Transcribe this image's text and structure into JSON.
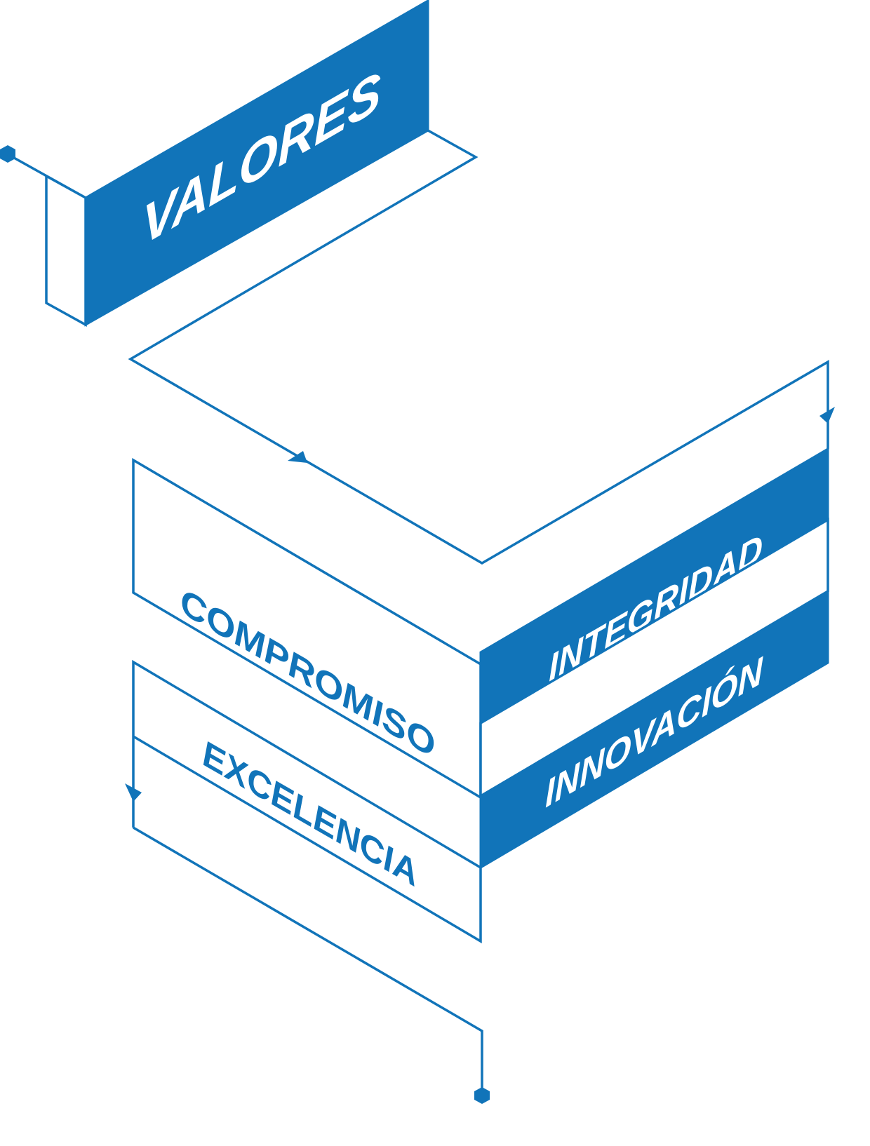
{
  "title": "VALORES",
  "values": [
    "COMPROMISO",
    "INTEGRIDAD",
    "EXCELENCIA",
    "INNOVACIÓN"
  ],
  "colors": {
    "primary": "#1174b9",
    "background": "#ffffff"
  }
}
